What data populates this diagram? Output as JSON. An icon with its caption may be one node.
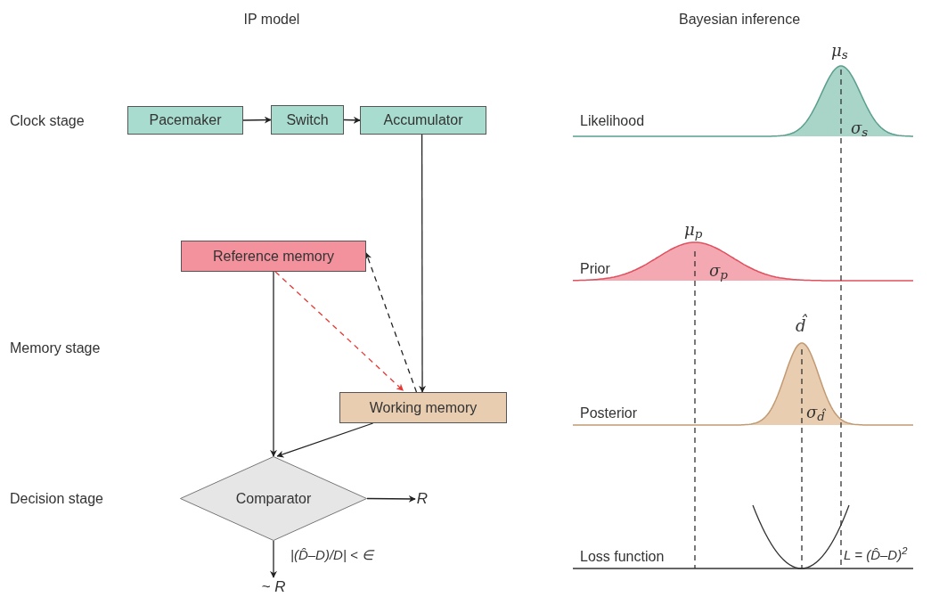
{
  "diagram": {
    "nodes": [
      {
        "text": [
          "Pacemaker"
        ]
      },
      {
        "text": [
          "Switch"
        ]
      },
      {
        "text": [
          "Accumulator"
        ]
      },
      {
        "text": [
          "Reference memory"
        ]
      },
      {
        "text": [
          "Working memory"
        ]
      },
      {
        "text": [
          "Comparator"
        ]
      },
      {
        "text": [
          "R"
        ]
      },
      {
        "text": [
          "~ R"
        ]
      }
    ],
    "edges": [
      {
        "from": 0,
        "to": 1,
        "arrow": "to"
      },
      {
        "from": 1,
        "to": 2,
        "arrow": "to"
      },
      {
        "from": 2,
        "to": 4,
        "arrow": "to"
      },
      {
        "from": 3,
        "to": 4,
        "arrow": "to",
        "style": "dashed",
        "color": "#e53935"
      },
      {
        "from": 4,
        "to": 3,
        "arrow": "to",
        "style": "dashed"
      },
      {
        "from": 3,
        "to": 5,
        "arrow": "to"
      },
      {
        "from": 4,
        "to": 5,
        "arrow": "to"
      },
      {
        "from": 5,
        "to": 6,
        "arrow": "to"
      },
      {
        "from": 5,
        "to": 7,
        "arrow": "to",
        "label": "|(D̂–D)/D| < ∈"
      }
    ],
    "labels": [
      "IP model",
      "Bayesian inference",
      "μ$_{s}$",
      "Clock stage",
      "Likelihood",
      "σ$_{s}$",
      "μ$_{p}$",
      "Prior",
      "σ$_{p}$",
      "d̂",
      "Memory stage",
      "Posterior",
      "σ$_{d̂}$",
      "Decision stage",
      "Loss function",
      "L = (D̂–D)$^{2}$"
    ]
  }
}
